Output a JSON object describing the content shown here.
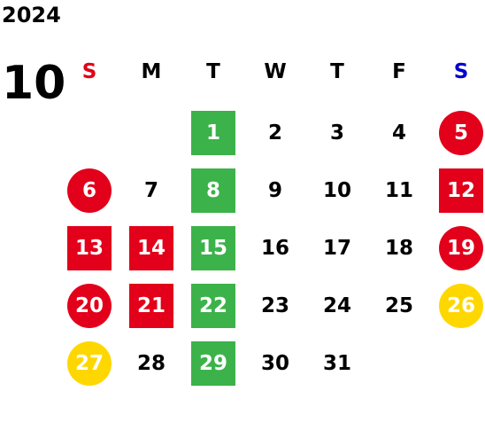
{
  "calendar": {
    "year": "2024",
    "month": "10",
    "weekdays": [
      {
        "label": "S",
        "color": "#e2001a"
      },
      {
        "label": "M",
        "color": "#000000"
      },
      {
        "label": "T",
        "color": "#000000"
      },
      {
        "label": "W",
        "color": "#000000"
      },
      {
        "label": "T",
        "color": "#000000"
      },
      {
        "label": "F",
        "color": "#000000"
      },
      {
        "label": "S",
        "color": "#0000cc"
      }
    ],
    "first_weekday_index": 2,
    "days": [
      {
        "day": "1",
        "mark": "square-green"
      },
      {
        "day": "2",
        "mark": "none"
      },
      {
        "day": "3",
        "mark": "none"
      },
      {
        "day": "4",
        "mark": "none"
      },
      {
        "day": "5",
        "mark": "circle-red"
      },
      {
        "day": "6",
        "mark": "circle-red"
      },
      {
        "day": "7",
        "mark": "none"
      },
      {
        "day": "8",
        "mark": "square-green"
      },
      {
        "day": "9",
        "mark": "none"
      },
      {
        "day": "10",
        "mark": "none"
      },
      {
        "day": "11",
        "mark": "none"
      },
      {
        "day": "12",
        "mark": "square-red"
      },
      {
        "day": "13",
        "mark": "square-red"
      },
      {
        "day": "14",
        "mark": "square-red"
      },
      {
        "day": "15",
        "mark": "square-green"
      },
      {
        "day": "16",
        "mark": "none"
      },
      {
        "day": "17",
        "mark": "none"
      },
      {
        "day": "18",
        "mark": "none"
      },
      {
        "day": "19",
        "mark": "circle-red"
      },
      {
        "day": "20",
        "mark": "circle-red"
      },
      {
        "day": "21",
        "mark": "square-red"
      },
      {
        "day": "22",
        "mark": "square-green"
      },
      {
        "day": "23",
        "mark": "none"
      },
      {
        "day": "24",
        "mark": "none"
      },
      {
        "day": "25",
        "mark": "none"
      },
      {
        "day": "26",
        "mark": "circle-yellow"
      },
      {
        "day": "27",
        "mark": "circle-yellow"
      },
      {
        "day": "28",
        "mark": "none"
      },
      {
        "day": "29",
        "mark": "square-green"
      },
      {
        "day": "30",
        "mark": "none"
      },
      {
        "day": "31",
        "mark": "none"
      }
    ],
    "colors": {
      "red": "#e2001a",
      "green": "#3cb24a",
      "yellow": "#ffd700",
      "blue": "#0000cc"
    }
  }
}
